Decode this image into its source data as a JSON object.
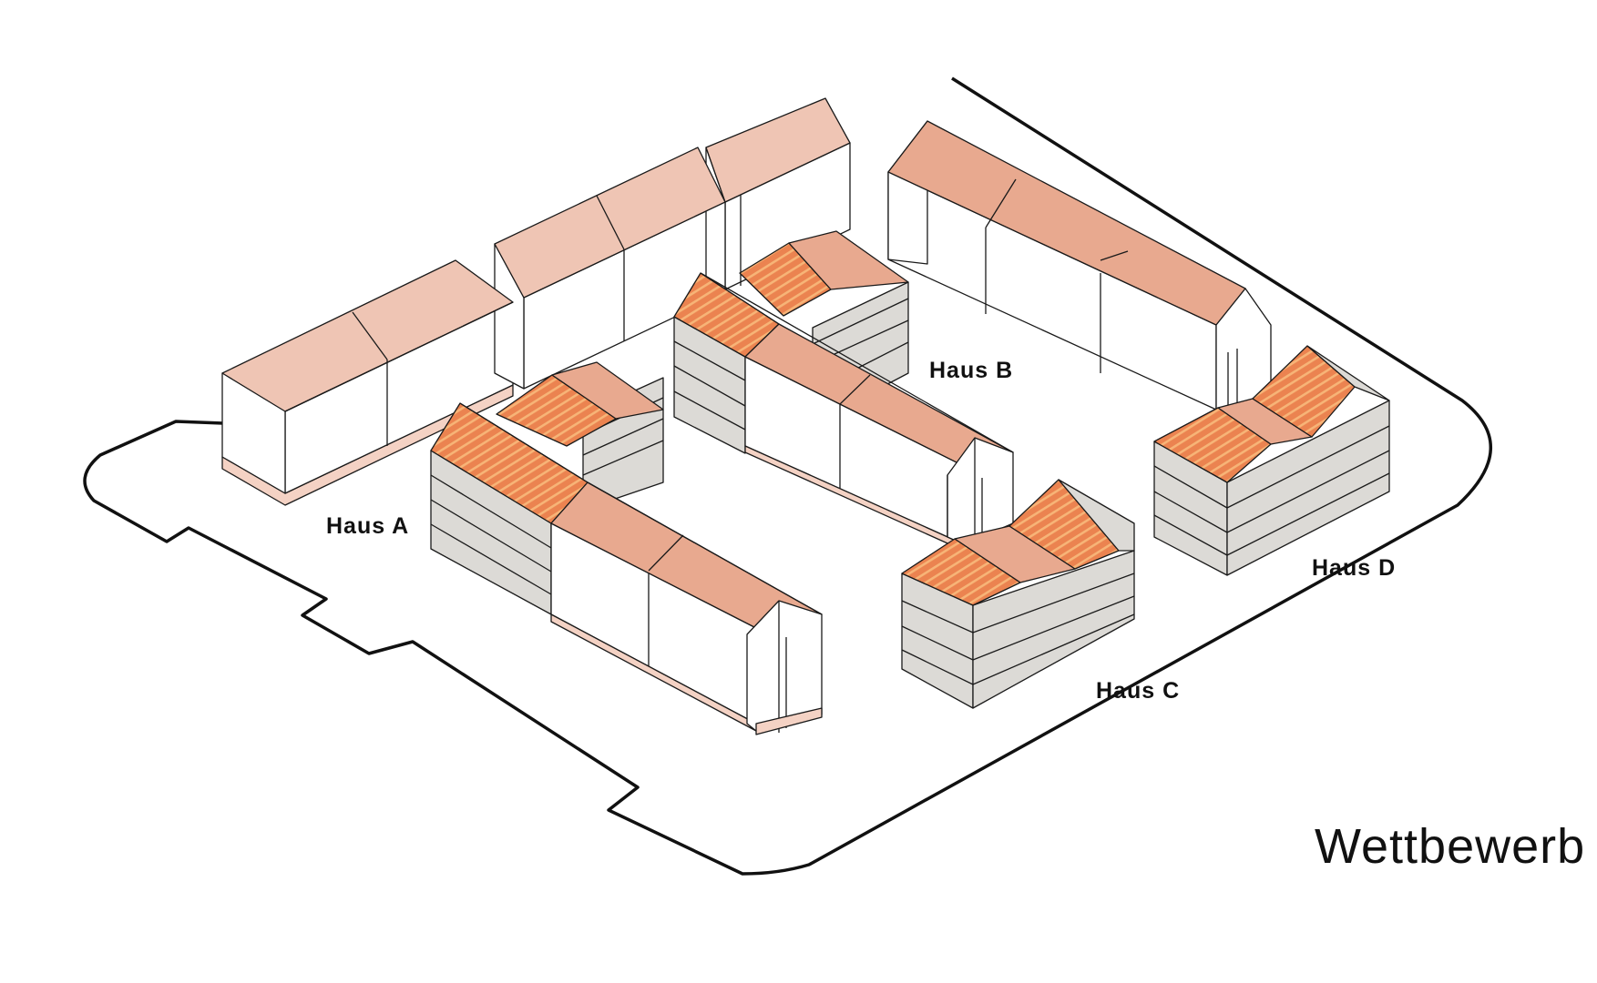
{
  "labels": {
    "haus_a": "Haus A",
    "haus_b": "Haus B",
    "haus_c": "Haus C",
    "haus_d": "Haus D"
  },
  "title": "Wettbewerb",
  "colors": {
    "existing_roof": "#efc5b4",
    "new_roof": "#e8a98f",
    "solar_panels": "#eb7f4b",
    "solar_stripes": "#f5b070",
    "facade_grey": "#dcdad6",
    "plinth": "#f4d2c4",
    "outline": "#111111"
  }
}
